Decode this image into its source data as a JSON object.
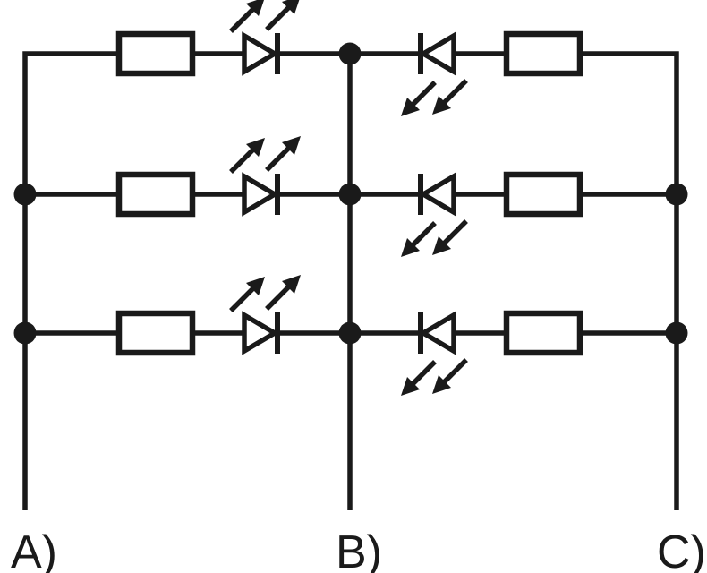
{
  "diagram": {
    "kind": "circuit-schematic",
    "description": "Three parallel branches between rails A, B and C. Each row: resistor and right-pointing LED from A to B; left-pointing LED and resistor from B to C. LEDs drawn with two light-emission arrows.",
    "background_color": "#ffffff",
    "line_color": "#1a1a1a",
    "terminals": [
      {
        "id": "A",
        "label": "A)",
        "position": "bottom-left"
      },
      {
        "id": "B",
        "label": "B)",
        "position": "bottom-center"
      },
      {
        "id": "C",
        "label": "C)",
        "position": "bottom-right"
      }
    ],
    "rows": [
      {
        "index": 1,
        "left_branch": {
          "from": "A",
          "to": "B",
          "components": [
            {
              "type": "resistor"
            },
            {
              "type": "led",
              "symbol_direction": "right",
              "emission_arrows": "up-right"
            }
          ]
        },
        "right_branch": {
          "from": "B",
          "to": "C",
          "components": [
            {
              "type": "led",
              "symbol_direction": "left",
              "emission_arrows": "down-left"
            },
            {
              "type": "resistor"
            }
          ]
        }
      },
      {
        "index": 2,
        "left_branch": {
          "from": "A",
          "to": "B",
          "components": [
            {
              "type": "resistor"
            },
            {
              "type": "led",
              "symbol_direction": "right",
              "emission_arrows": "up-right"
            }
          ]
        },
        "right_branch": {
          "from": "B",
          "to": "C",
          "components": [
            {
              "type": "led",
              "symbol_direction": "left",
              "emission_arrows": "down-left"
            },
            {
              "type": "resistor"
            }
          ]
        }
      },
      {
        "index": 3,
        "left_branch": {
          "from": "A",
          "to": "B",
          "components": [
            {
              "type": "resistor"
            },
            {
              "type": "led",
              "symbol_direction": "right",
              "emission_arrows": "up-right"
            }
          ]
        },
        "right_branch": {
          "from": "B",
          "to": "C",
          "components": [
            {
              "type": "led",
              "symbol_direction": "left",
              "emission_arrows": "down-left"
            },
            {
              "type": "resistor"
            }
          ]
        }
      }
    ],
    "junction_dots": [
      "rail-B-row-1",
      "rail-A-row-2",
      "rail-B-row-2",
      "rail-C-row-2",
      "rail-A-row-3",
      "rail-B-row-3",
      "rail-C-row-3"
    ]
  }
}
